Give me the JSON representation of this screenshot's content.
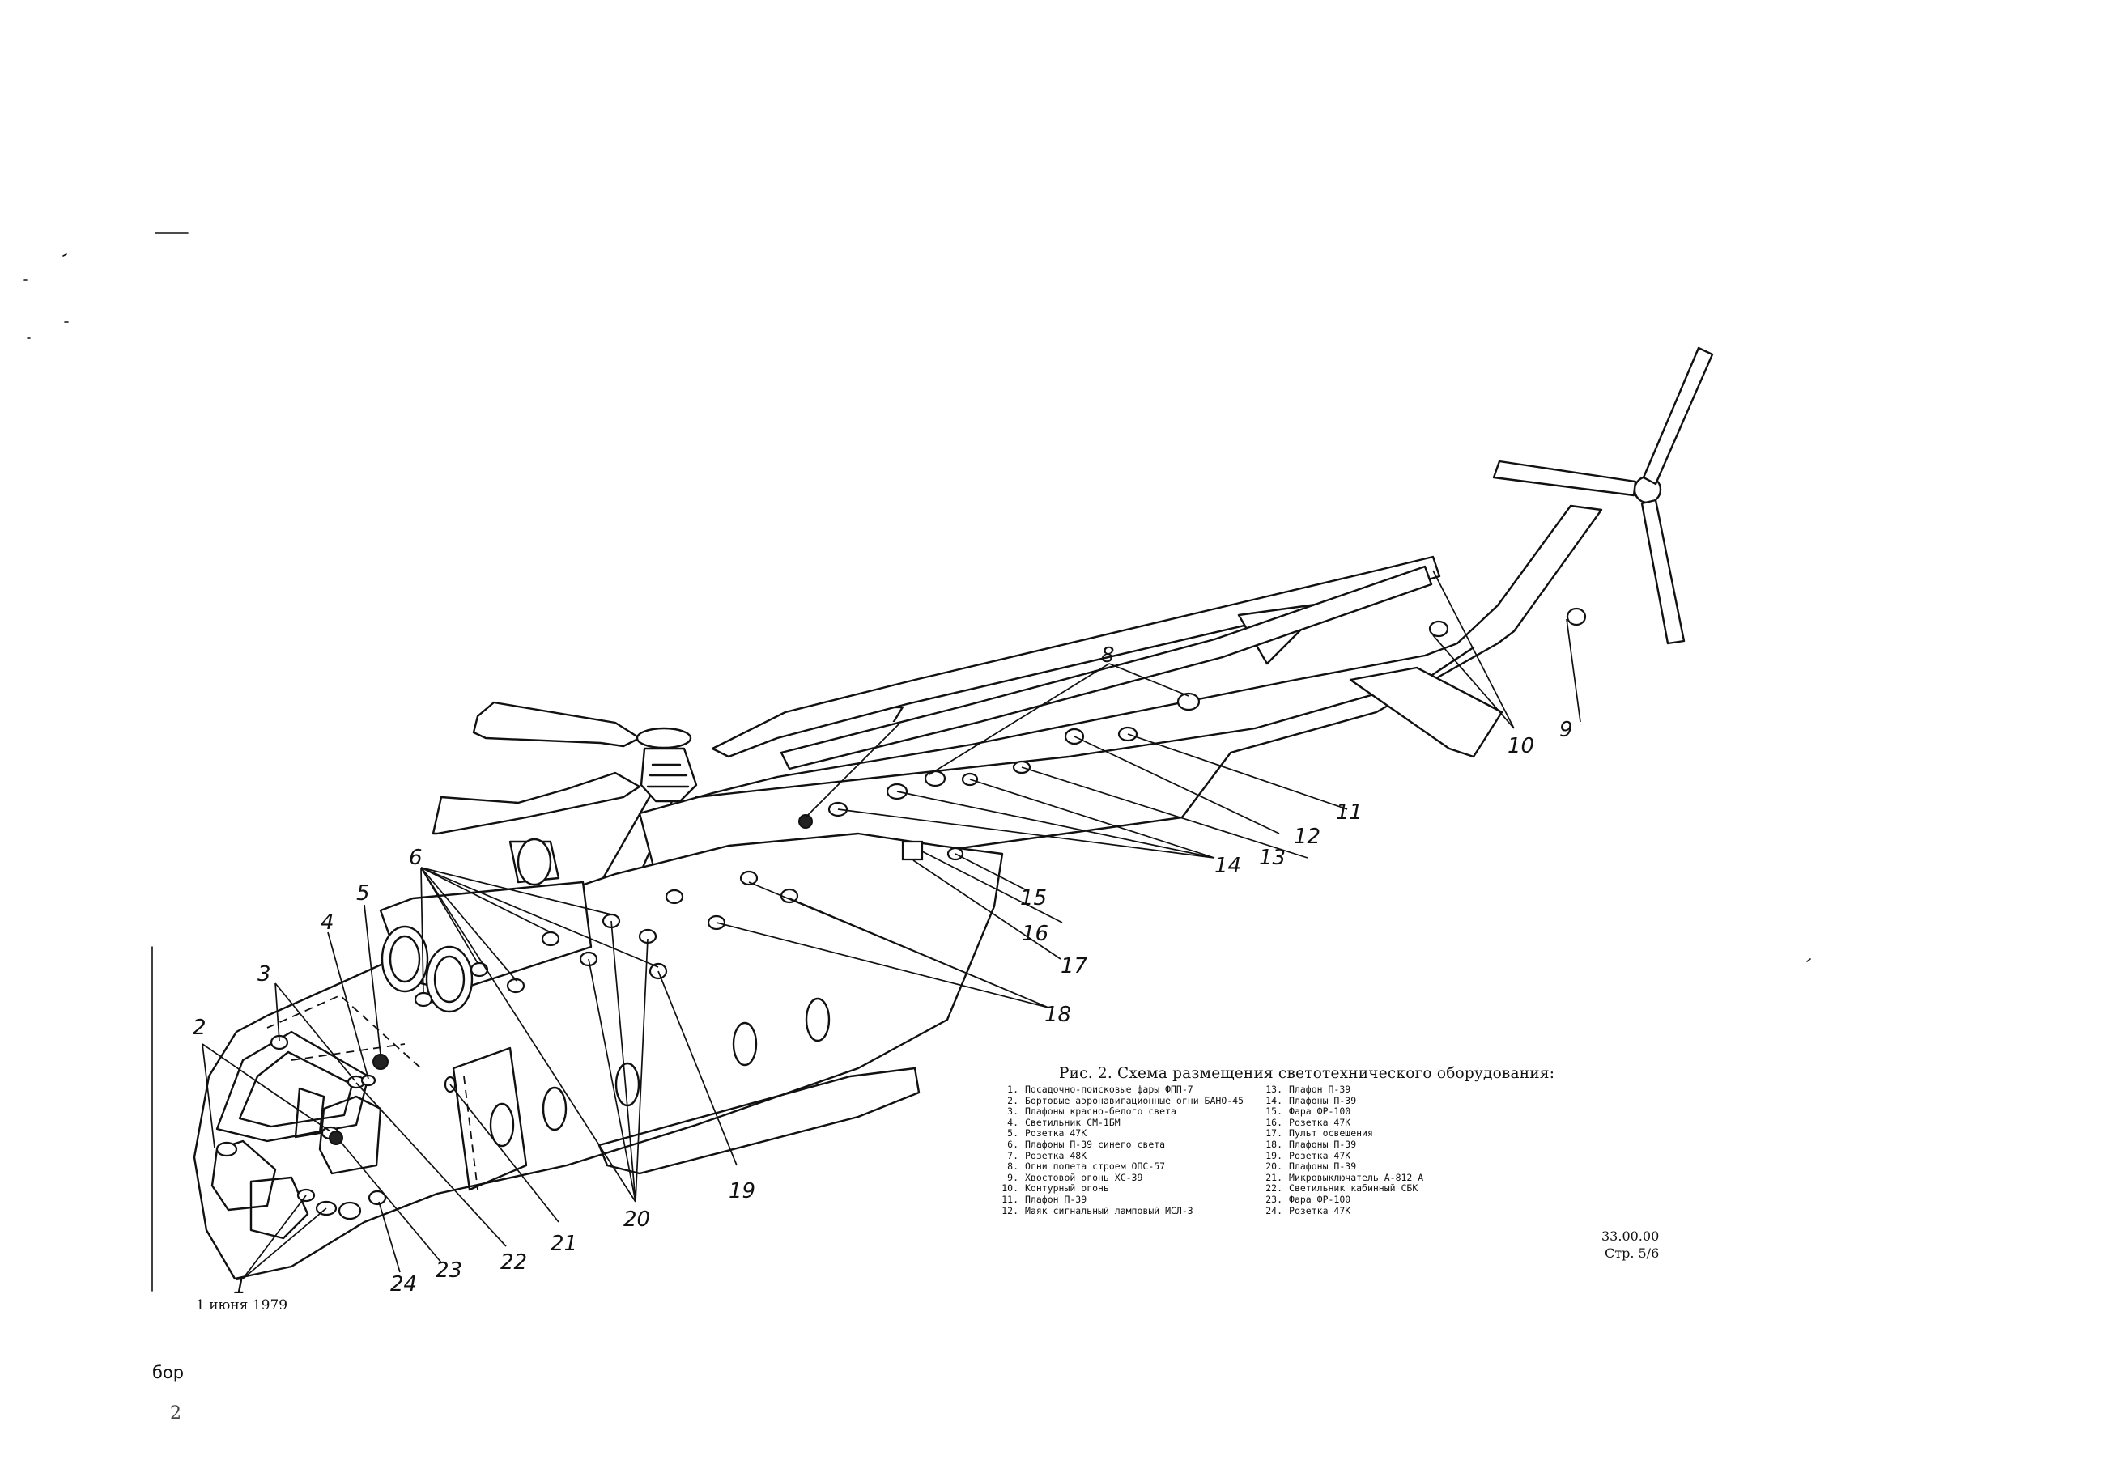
{
  "figure": {
    "caption": "Рис. 2. Схема размещения светотехнического оборудования:",
    "callouts": [
      {
        "id": "1",
        "label": "1"
      },
      {
        "id": "2",
        "label": "2"
      },
      {
        "id": "3",
        "label": "3"
      },
      {
        "id": "4",
        "label": "4"
      },
      {
        "id": "5",
        "label": "5"
      },
      {
        "id": "6",
        "label": "6"
      },
      {
        "id": "7",
        "label": "7"
      },
      {
        "id": "8",
        "label": "8"
      },
      {
        "id": "9",
        "label": "9"
      },
      {
        "id": "10",
        "label": "10"
      },
      {
        "id": "11",
        "label": "11"
      },
      {
        "id": "12",
        "label": "12"
      },
      {
        "id": "13",
        "label": "13"
      },
      {
        "id": "14",
        "label": "14"
      },
      {
        "id": "15",
        "label": "15"
      },
      {
        "id": "16",
        "label": "16"
      },
      {
        "id": "17",
        "label": "17"
      },
      {
        "id": "18",
        "label": "18"
      },
      {
        "id": "19",
        "label": "19"
      },
      {
        "id": "20",
        "label": "20"
      },
      {
        "id": "21",
        "label": "21"
      },
      {
        "id": "22",
        "label": "22"
      },
      {
        "id": "23",
        "label": "23"
      },
      {
        "id": "24",
        "label": "24"
      }
    ]
  },
  "legend": {
    "left": [
      {
        "num": "1.",
        "text": "Посадочно-поисковые фары ФПП-7"
      },
      {
        "num": "2.",
        "text": "Бортовые аэронавигационные огни БАНО-45"
      },
      {
        "num": "3.",
        "text": "Плафоны красно-белого света"
      },
      {
        "num": "4.",
        "text": "Светильник СМ-1БМ"
      },
      {
        "num": "5.",
        "text": "Розетка 47К"
      },
      {
        "num": "6.",
        "text": "Плафоны П-39 синего света"
      },
      {
        "num": "7.",
        "text": "Розетка 48К"
      },
      {
        "num": "8.",
        "text": "Огни полета строем ОПС-57"
      },
      {
        "num": "9.",
        "text": "Хвостовой огонь ХС-39"
      },
      {
        "num": "10.",
        "text": "Контурный огонь"
      },
      {
        "num": "11.",
        "text": "Плафон П-39"
      },
      {
        "num": "12.",
        "text": "Маяк сигнальный ламповый МСЛ-3"
      }
    ],
    "right": [
      {
        "num": "13.",
        "text": "Плафон П-39"
      },
      {
        "num": "14.",
        "text": "Плафоны П-39"
      },
      {
        "num": "15.",
        "text": "Фара ФР-100"
      },
      {
        "num": "16.",
        "text": "Розетка 47К"
      },
      {
        "num": "17.",
        "text": "Пульт освещения"
      },
      {
        "num": "18.",
        "text": "Плафоны П-39"
      },
      {
        "num": "19.",
        "text": "Розетка 47К"
      },
      {
        "num": "20.",
        "text": "Плафоны П-39"
      },
      {
        "num": "21.",
        "text": "Микровыключатель А-812 А"
      },
      {
        "num": "22.",
        "text": "Светильник кабинный СБК"
      },
      {
        "num": "23.",
        "text": "Фара ФР-100"
      },
      {
        "num": "24.",
        "text": "Розетка 47К"
      }
    ]
  },
  "doc_code": {
    "number": "33.00.00",
    "page": "Стр. 5/6"
  },
  "date_stamp": "1 июня 1979",
  "margin": {
    "word": "бор",
    "number": "2"
  }
}
